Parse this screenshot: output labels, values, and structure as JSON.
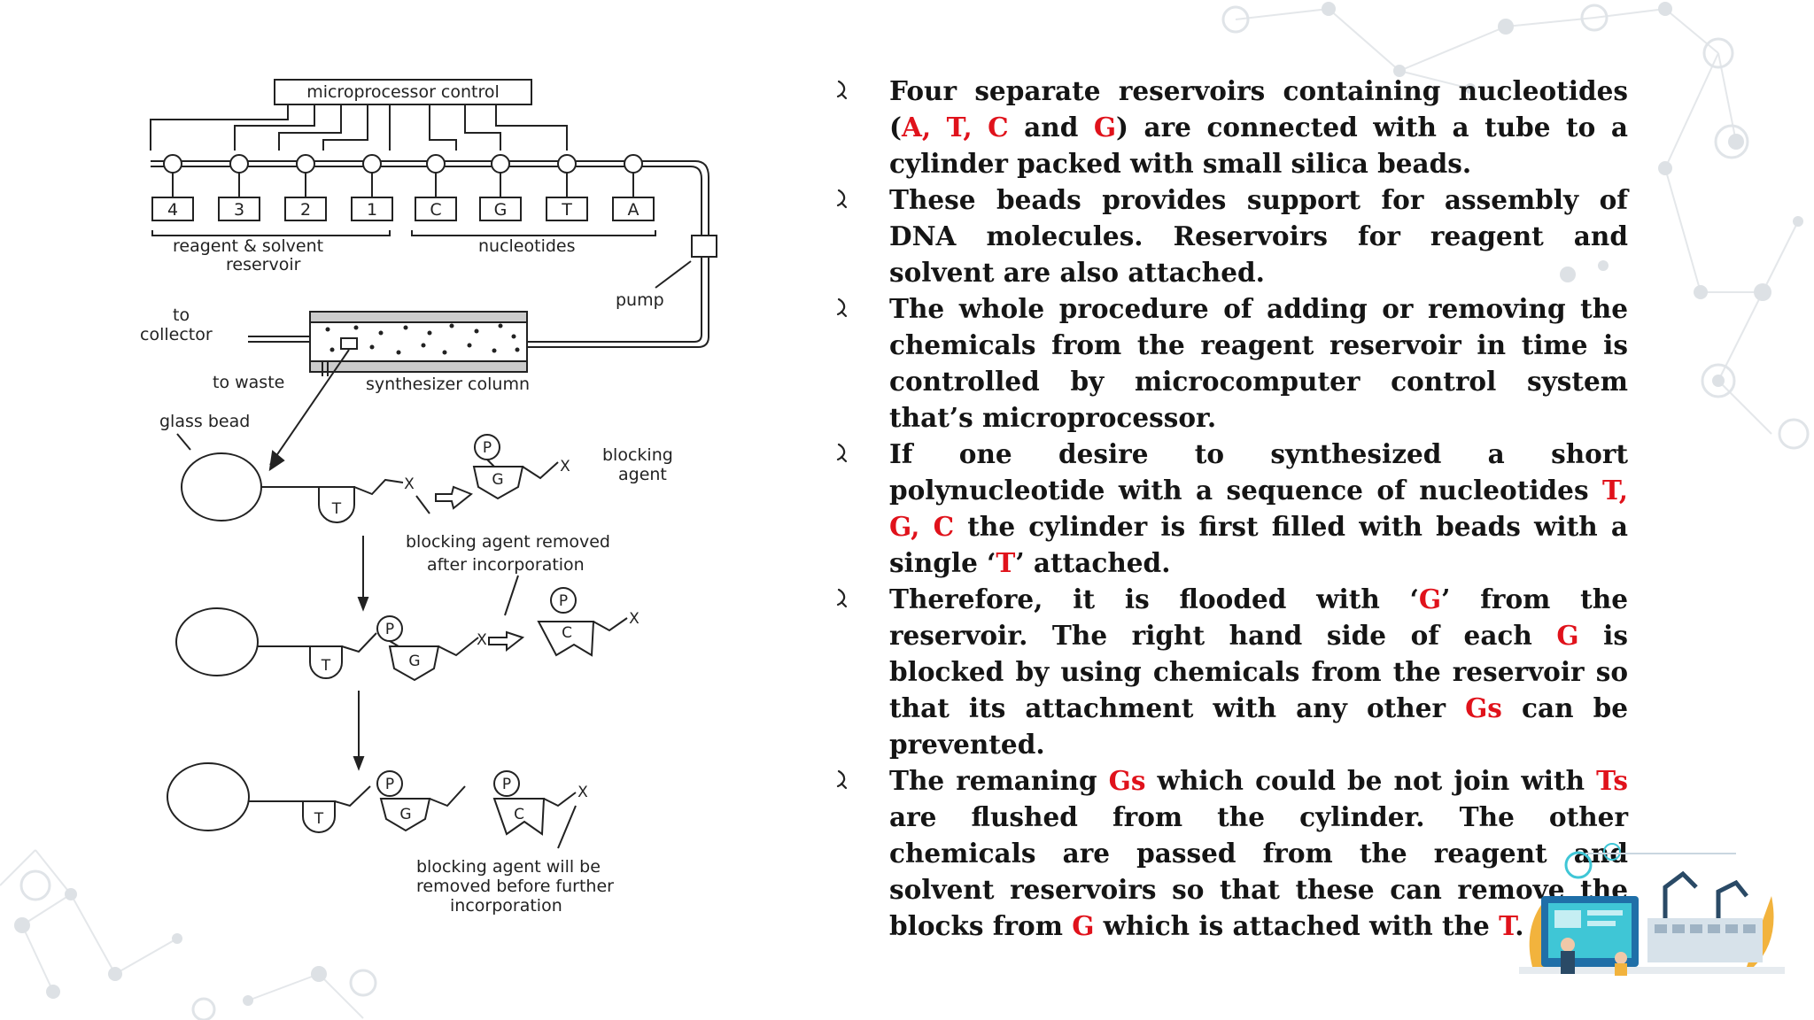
{
  "diagram": {
    "control_label": "microprocessor control",
    "reservoirs": [
      "4",
      "3",
      "2",
      "1",
      "C",
      "G",
      "T",
      "A"
    ],
    "reagent_label_1": "reagent & solvent",
    "reagent_label_2": "reservoir",
    "nucleotides_label": "nucleotides",
    "pump_label": "pump",
    "collector_label_1": "to",
    "collector_label_2": "collector",
    "waste_label": "to waste",
    "column_label": "synthesizer column",
    "glass_bead_label": "glass bead",
    "blocking_agent_label_1": "blocking",
    "blocking_agent_label_2": "agent",
    "removed_label_1": "blocking agent removed",
    "removed_label_2": "after incorporation",
    "future_label_1": "blocking agent will be",
    "future_label_2": "removed before further",
    "future_label_3": "incorporation",
    "base_t": "T",
    "base_g": "G",
    "base_c": "C",
    "phosphate": "P",
    "block_x": "X"
  },
  "bullets": [
    [
      {
        "text": "Four separate reservoirs containing nucleotides ("
      },
      {
        "text": "A, T, C",
        "highlight": true
      },
      {
        "text": " and "
      },
      {
        "text": "G",
        "highlight": true
      },
      {
        "text": ") are connected with a tube to a cylinder packed with small silica beads."
      }
    ],
    [
      {
        "text": "These beads provides support for assembly of DNA molecules. Reservoirs for reagent and solvent are also attached."
      }
    ],
    [
      {
        "text": "The whole procedure of adding or removing the chemicals from the reagent reservoir in time is controlled by microcomputer control system that’s microprocessor."
      }
    ],
    [
      {
        "text": "If one desire to synthesized a short polynucleotide with a sequence of nucleotides "
      },
      {
        "text": "T, G, C",
        "highlight": true
      },
      {
        "text": " the cylinder is first filled with beads with a single ‘"
      },
      {
        "text": "T",
        "highlight": true
      },
      {
        "text": "’ attached."
      }
    ],
    [
      {
        "text": "Therefore, it is flooded with ‘"
      },
      {
        "text": "G",
        "highlight": true
      },
      {
        "text": "’ from the reservoir. The right hand side of each "
      },
      {
        "text": "G",
        "highlight": true
      },
      {
        "text": " is blocked by using chemicals from the reservoir so that its attachment with any other "
      },
      {
        "text": "Gs",
        "highlight": true
      },
      {
        "text": " can be prevented."
      }
    ],
    [
      {
        "text": "The remaning "
      },
      {
        "text": "Gs",
        "highlight": true
      },
      {
        "text": " which could be not join with "
      },
      {
        "text": "Ts",
        "highlight": true
      },
      {
        "text": " are flushed from the cylinder. The other chemicals are passed from the reagent and solvent reservoirs so that these can remove the blocks from "
      },
      {
        "text": "G",
        "highlight": true
      },
      {
        "text": " which is attached with the "
      },
      {
        "text": "T",
        "highlight": true
      },
      {
        "text": "."
      }
    ]
  ],
  "colors": {
    "highlight": "#e0121b",
    "body_text": "#151515",
    "decoration": "#d9dde2"
  },
  "icons": {
    "bullet": "arrow-bullet-icon",
    "illustration": "lab-automation-illustration"
  }
}
